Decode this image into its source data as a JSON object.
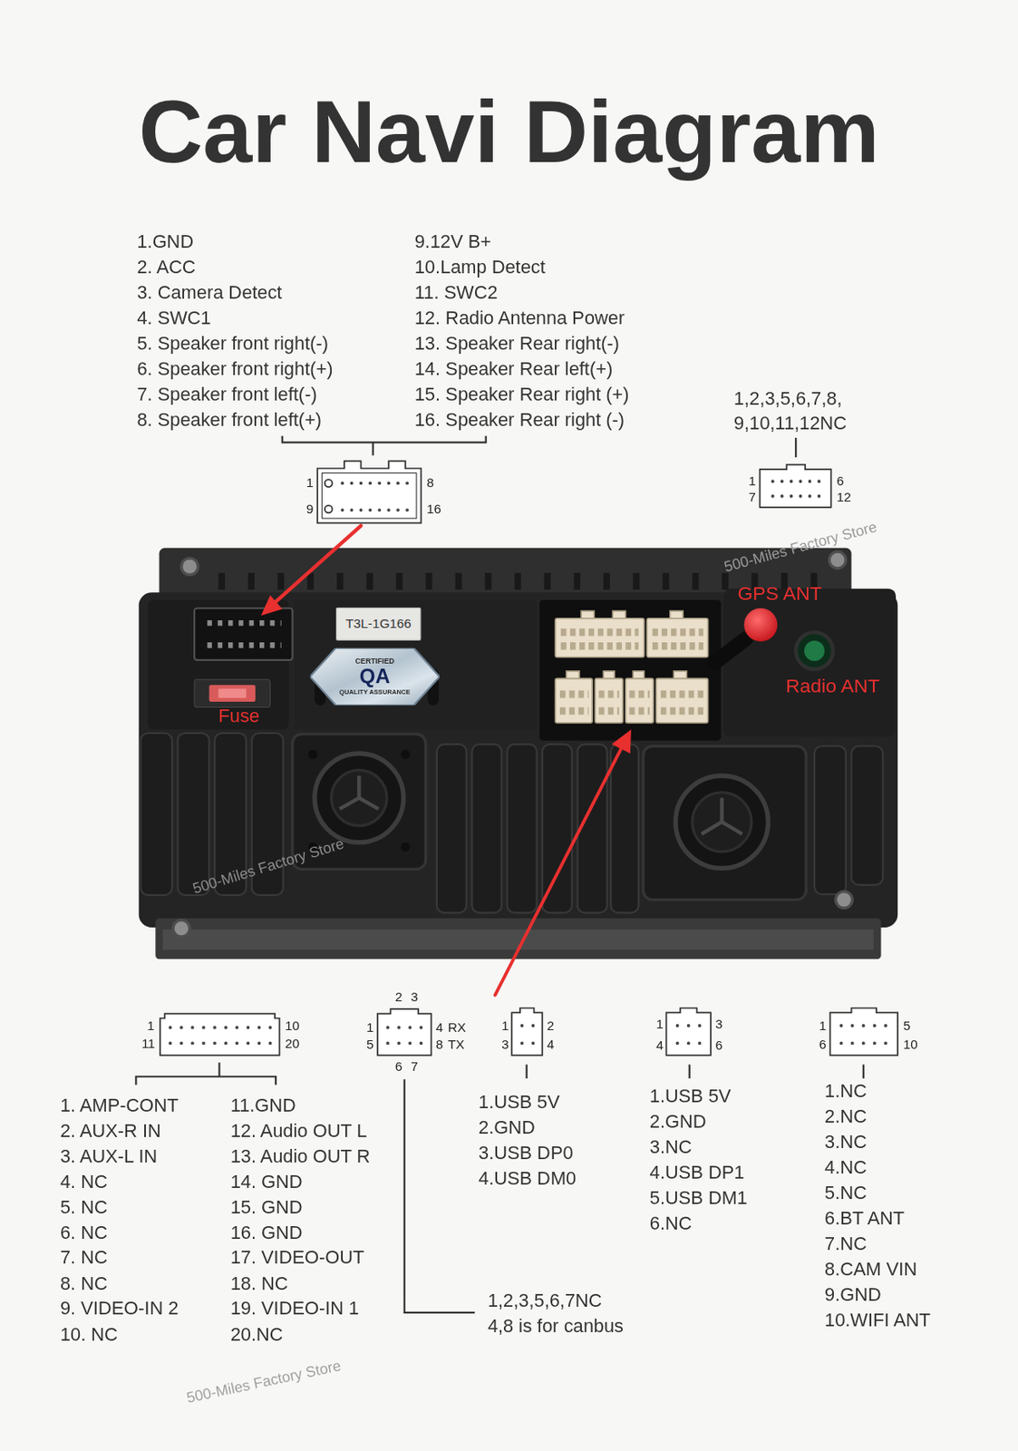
{
  "diagram": {
    "title": "Car Navi Diagram",
    "nodes": [
      {
        "text": [
          "T3L-1G166"
        ]
      },
      {
        "text": [
          "CERTIFIED",
          "QA",
          "QUALITY ASSURANCE"
        ]
      }
    ],
    "labels": [
      "1.GND",
      "2. ACC",
      "3. Camera Detect",
      "4. SWC1",
      "5. Speaker front right(-)",
      "6. Speaker front right(+)",
      "7. Speaker front left(-)",
      "8. Speaker front left(+)",
      "9.12V B+",
      "10.Lamp Detect",
      "11. SWC2",
      "12. Radio Antenna Power",
      "13. Speaker Rear right(-)",
      "14. Speaker Rear left(+)",
      "15. Speaker Rear right (+)",
      "16. Speaker Rear right (-)",
      "1,2,3,5,6,7,8, 9,10,11,12NC",
      "1",
      "8",
      "9",
      "16",
      "1",
      "6",
      "7",
      "12",
      "GPS ANT",
      "Radio ANT",
      "Fuse",
      "500-Miles Factory Store",
      "500-Miles Factory Store",
      "1",
      "10",
      "11",
      "20",
      "1. AMP-CONT",
      "2. AUX-R IN",
      "3. AUX-L IN",
      "4. NC",
      "5. NC",
      "6. NC",
      "7. NC",
      "8. NC",
      "9. VIDEO-IN 2",
      "10. NC",
      "11.GND",
      "12. Audio OUT L",
      "13. Audio OUT R",
      "14. GND",
      "15. GND",
      "16. GND",
      "17. VIDEO-OUT",
      "18. NC",
      "19. VIDEO-IN 1",
      "20.NC",
      "2",
      "3",
      "1",
      "4",
      "RX",
      "5",
      "8",
      "TX",
      "6",
      "7",
      "1,2,3,5,6,7NC",
      "4,8 is for canbus",
      "1",
      "2",
      "3",
      "4",
      "1.USB 5V",
      "2.GND",
      "3.USB DP0",
      "4.USB DM0",
      "1",
      "3",
      "4",
      "6",
      "1.USB 5V",
      "2.GND",
      "3.NC",
      "4.USB DP1",
      "5.USB DM1",
      "6.NC",
      "1",
      "5",
      "6",
      "10",
      "1.NC",
      "2.NC",
      "3.NC",
      "4.NC",
      "5.NC",
      "6.BT ANT",
      "7.NC",
      "8.CAM VIN",
      "9.GND",
      "10.WIFI ANT",
      "500-Miles Factory Store"
    ]
  }
}
